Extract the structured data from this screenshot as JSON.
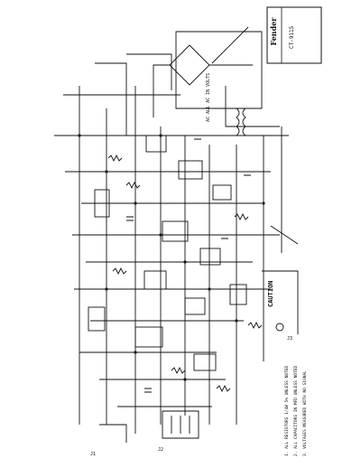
{
  "document": {
    "type": "schematic",
    "orientation": "rotated-90",
    "ink_color": "#111111",
    "paper_color": "#ffffff"
  },
  "title_block": {
    "brand": "Fender",
    "drawing_number": "CT-9115",
    "caution": "CAUTION"
  },
  "notes": [
    "1. ALL RESISTORS 1/4W 5% UNLESS NOTED",
    "2. ALL CAPACITORS IN MFD UNLESS NOTED",
    "3. VOLTAGES MEASURED WITH NO SIGNAL"
  ],
  "power_supply_label": "AC ALL AC IN VOLTS",
  "connectors": [
    "J1",
    "J2",
    "J3"
  ]
}
